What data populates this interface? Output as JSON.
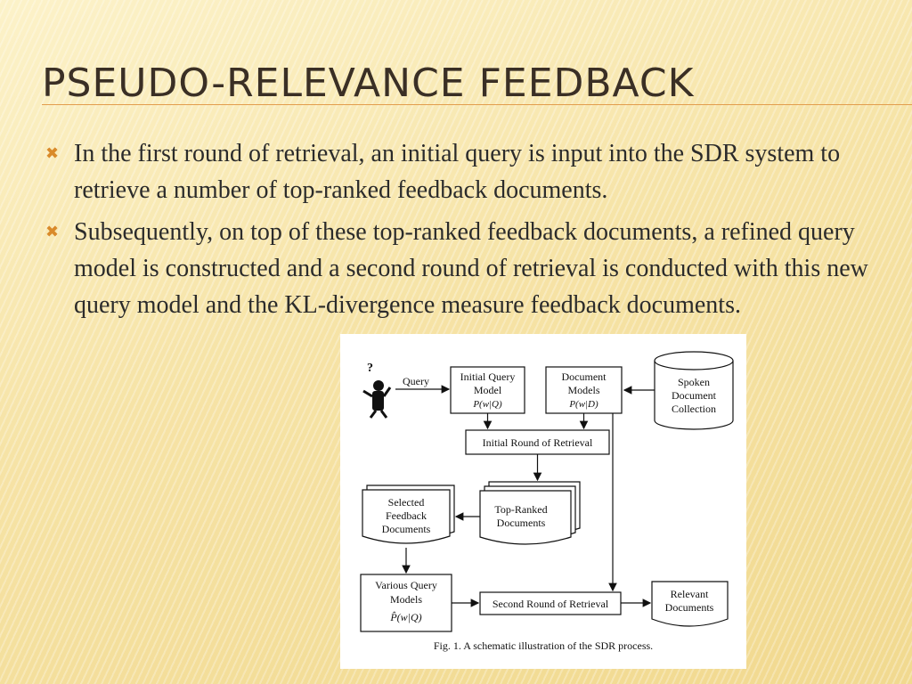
{
  "slide": {
    "title": "PSEUDO-RELEVANCE FEEDBACK",
    "bullets": [
      "In the first round of retrieval, an initial query is input into the SDR system to retrieve a number of top-ranked feedback documents.",
      "Subsequently, on top of these top-ranked feedback documents, a refined query model is constructed and a second round of retrieval is conducted with this new query model and the KL-divergence measure feedback documents."
    ]
  },
  "figure": {
    "query_label": "Query",
    "initial_query_model": [
      "Initial Query",
      "Model",
      "P(w|Q)"
    ],
    "document_models": [
      "Document",
      "Models",
      "P(w|D)"
    ],
    "spoken_collection": [
      "Spoken",
      "Document",
      "Collection"
    ],
    "initial_round": "Initial Round of Retrieval",
    "top_ranked": [
      "Top-Ranked",
      "Documents"
    ],
    "selected_feedback": [
      "Selected",
      "Feedback",
      "Documents"
    ],
    "various_query_models": [
      "Various Query",
      "Models",
      "P̂(w|Q)"
    ],
    "second_round": "Second Round of Retrieval",
    "relevant_documents": [
      "Relevant",
      "Documents"
    ],
    "caption": "Fig. 1. A schematic illustration of the SDR process."
  }
}
